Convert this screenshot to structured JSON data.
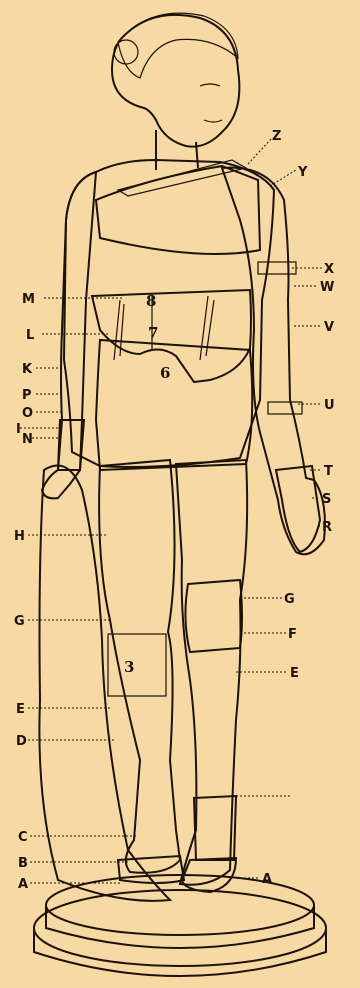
{
  "figure": {
    "labels_left": [
      "M",
      "L",
      "K",
      "P",
      "O",
      "I",
      "N",
      "H",
      "G",
      "E",
      "D",
      "C",
      "B",
      "A"
    ],
    "labels_right": [
      "Z",
      "Y",
      "X",
      "W",
      "V",
      "U",
      "T",
      "S",
      "R",
      "G",
      "F",
      "E",
      "A"
    ],
    "numbers": [
      "8",
      "7",
      "6",
      "3"
    ]
  },
  "colors": {
    "background": "#f6d9a3",
    "ink": "#1c1208",
    "bandage_fill": "#b89a6a",
    "skin": "#f4dcae"
  }
}
